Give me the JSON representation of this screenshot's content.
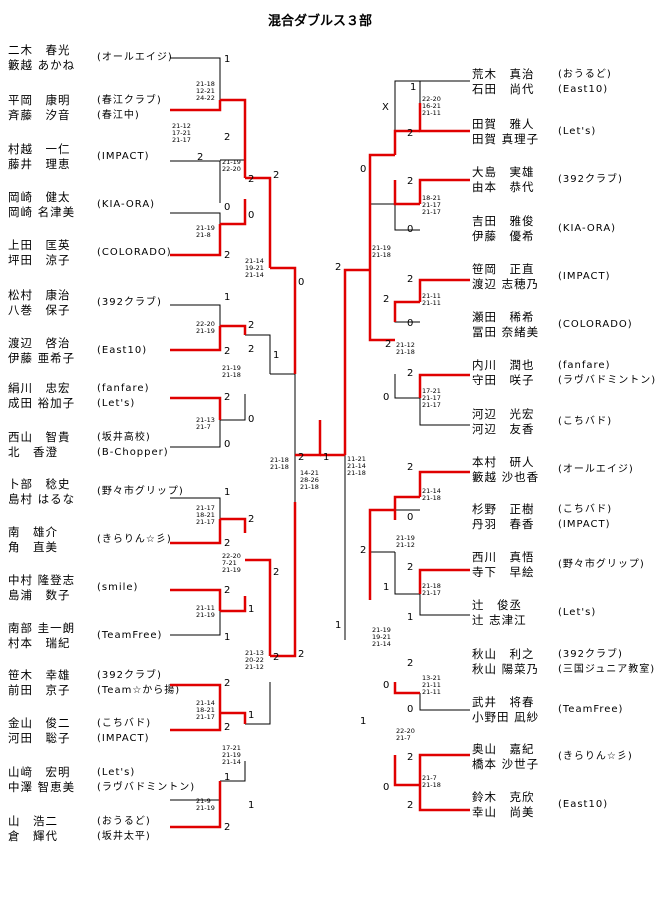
{
  "title": "混合ダブルス３部",
  "left_players": [
    {
      "n1": "二木　春光",
      "n2": "籔越 あかね",
      "club": "(オールエイジ)"
    },
    {
      "n1": "平岡　康明",
      "n2": "斉藤　汐音",
      "club": "(春江クラブ)\n(春江中)"
    },
    {
      "n1": "村越　一仁",
      "n2": "藤井　理恵",
      "club": "(IMPACT)"
    },
    {
      "n1": "岡崎　健太",
      "n2": "岡崎 名津美",
      "club": "(KIA-ORA)"
    },
    {
      "n1": "上田　匡英",
      "n2": "坪田　涼子",
      "club": "(COLORADO)"
    },
    {
      "n1": "松村　康治",
      "n2": "八巻　保子",
      "club": "(392クラブ)"
    },
    {
      "n1": "渡辺　啓治",
      "n2": "伊藤 亜希子",
      "club": "(East10)"
    },
    {
      "n1": "絹川　忠宏",
      "n2": "成田 裕加子",
      "club": "(fanfare)\n(Let's)"
    },
    {
      "n1": "西山　智貴",
      "n2": "北　香澄",
      "club": "(坂井高校)\n(B-Chopper)"
    },
    {
      "n1": "卜部　稔史",
      "n2": "島村 はるな",
      "club": "(野々市グリップ)"
    },
    {
      "n1": "南　雄介",
      "n2": "角　直美",
      "club": "(きらりん☆彡)"
    },
    {
      "n1": "中村 隆登志",
      "n2": "島浦　数子",
      "club": "(smile)"
    },
    {
      "n1": "南部 圭一朗",
      "n2": "村本　瑞紀",
      "club": "(TeamFree)"
    },
    {
      "n1": "笹木　幸雄",
      "n2": "前田　京子",
      "club": "(392クラブ)\n(Team☆から揚)"
    },
    {
      "n1": "金山　俊二",
      "n2": "河田　聡子",
      "club": "(こちバド)\n(IMPACT)"
    },
    {
      "n1": "山﨑　宏明",
      "n2": "中澤 智恵美",
      "club": "(Let's)\n(ラヴバドミントン)"
    },
    {
      "n1": "山　浩二",
      "n2": "倉　輝代",
      "club": "(おうるど)\n(坂井太平)"
    }
  ],
  "right_players": [
    {
      "n1": "荒木　真治",
      "n2": "石田　尚代",
      "club": "(おうるど)\n(East10)"
    },
    {
      "n1": "田賀　雅人",
      "n2": "田賀 真理子",
      "club": "(Let's)"
    },
    {
      "n1": "大島　実雄",
      "n2": "由本　恭代",
      "club": "(392クラブ)"
    },
    {
      "n1": "吉田　雅俊",
      "n2": "伊藤　優希",
      "club": "(KIA-ORA)"
    },
    {
      "n1": "笹岡　正直",
      "n2": "渡辺 志穂乃",
      "club": "(IMPACT)"
    },
    {
      "n1": "瀬田　稀希",
      "n2": "冨田 奈緒美",
      "club": "(COLORADO)"
    },
    {
      "n1": "内川　潤也",
      "n2": "守田　咲子",
      "club": "(fanfare)\n(ラヴバドミントン)"
    },
    {
      "n1": "河辺　光宏",
      "n2": "河辺　友香",
      "club": "(こちバド)"
    },
    {
      "n1": "本村　研人",
      "n2": "籔越 沙也香",
      "club": "(オールエイジ)"
    },
    {
      "n1": "杉野　正樹",
      "n2": "丹羽　春香",
      "club": "(こちバド)\n(IMPACT)"
    },
    {
      "n1": "西川　真悟",
      "n2": "寺下　早絵",
      "club": "(野々市グリップ)"
    },
    {
      "n1": "辻　俊丞",
      "n2": "辻 志津江",
      "club": "(Let's)"
    },
    {
      "n1": "秋山　利之",
      "n2": "秋山 陽菜乃",
      "club": "(392クラブ)\n(三国ジュニア教室)"
    },
    {
      "n1": "武井　将春",
      "n2": "小野田 凪紗",
      "club": "(TeamFree)"
    },
    {
      "n1": "奥山　嘉紀",
      "n2": "橋本 沙世子",
      "club": "(きらりん☆彡)"
    },
    {
      "n1": "鈴木　克欣",
      "n2": "幸山　尚美",
      "club": "(East10)"
    }
  ]
}
